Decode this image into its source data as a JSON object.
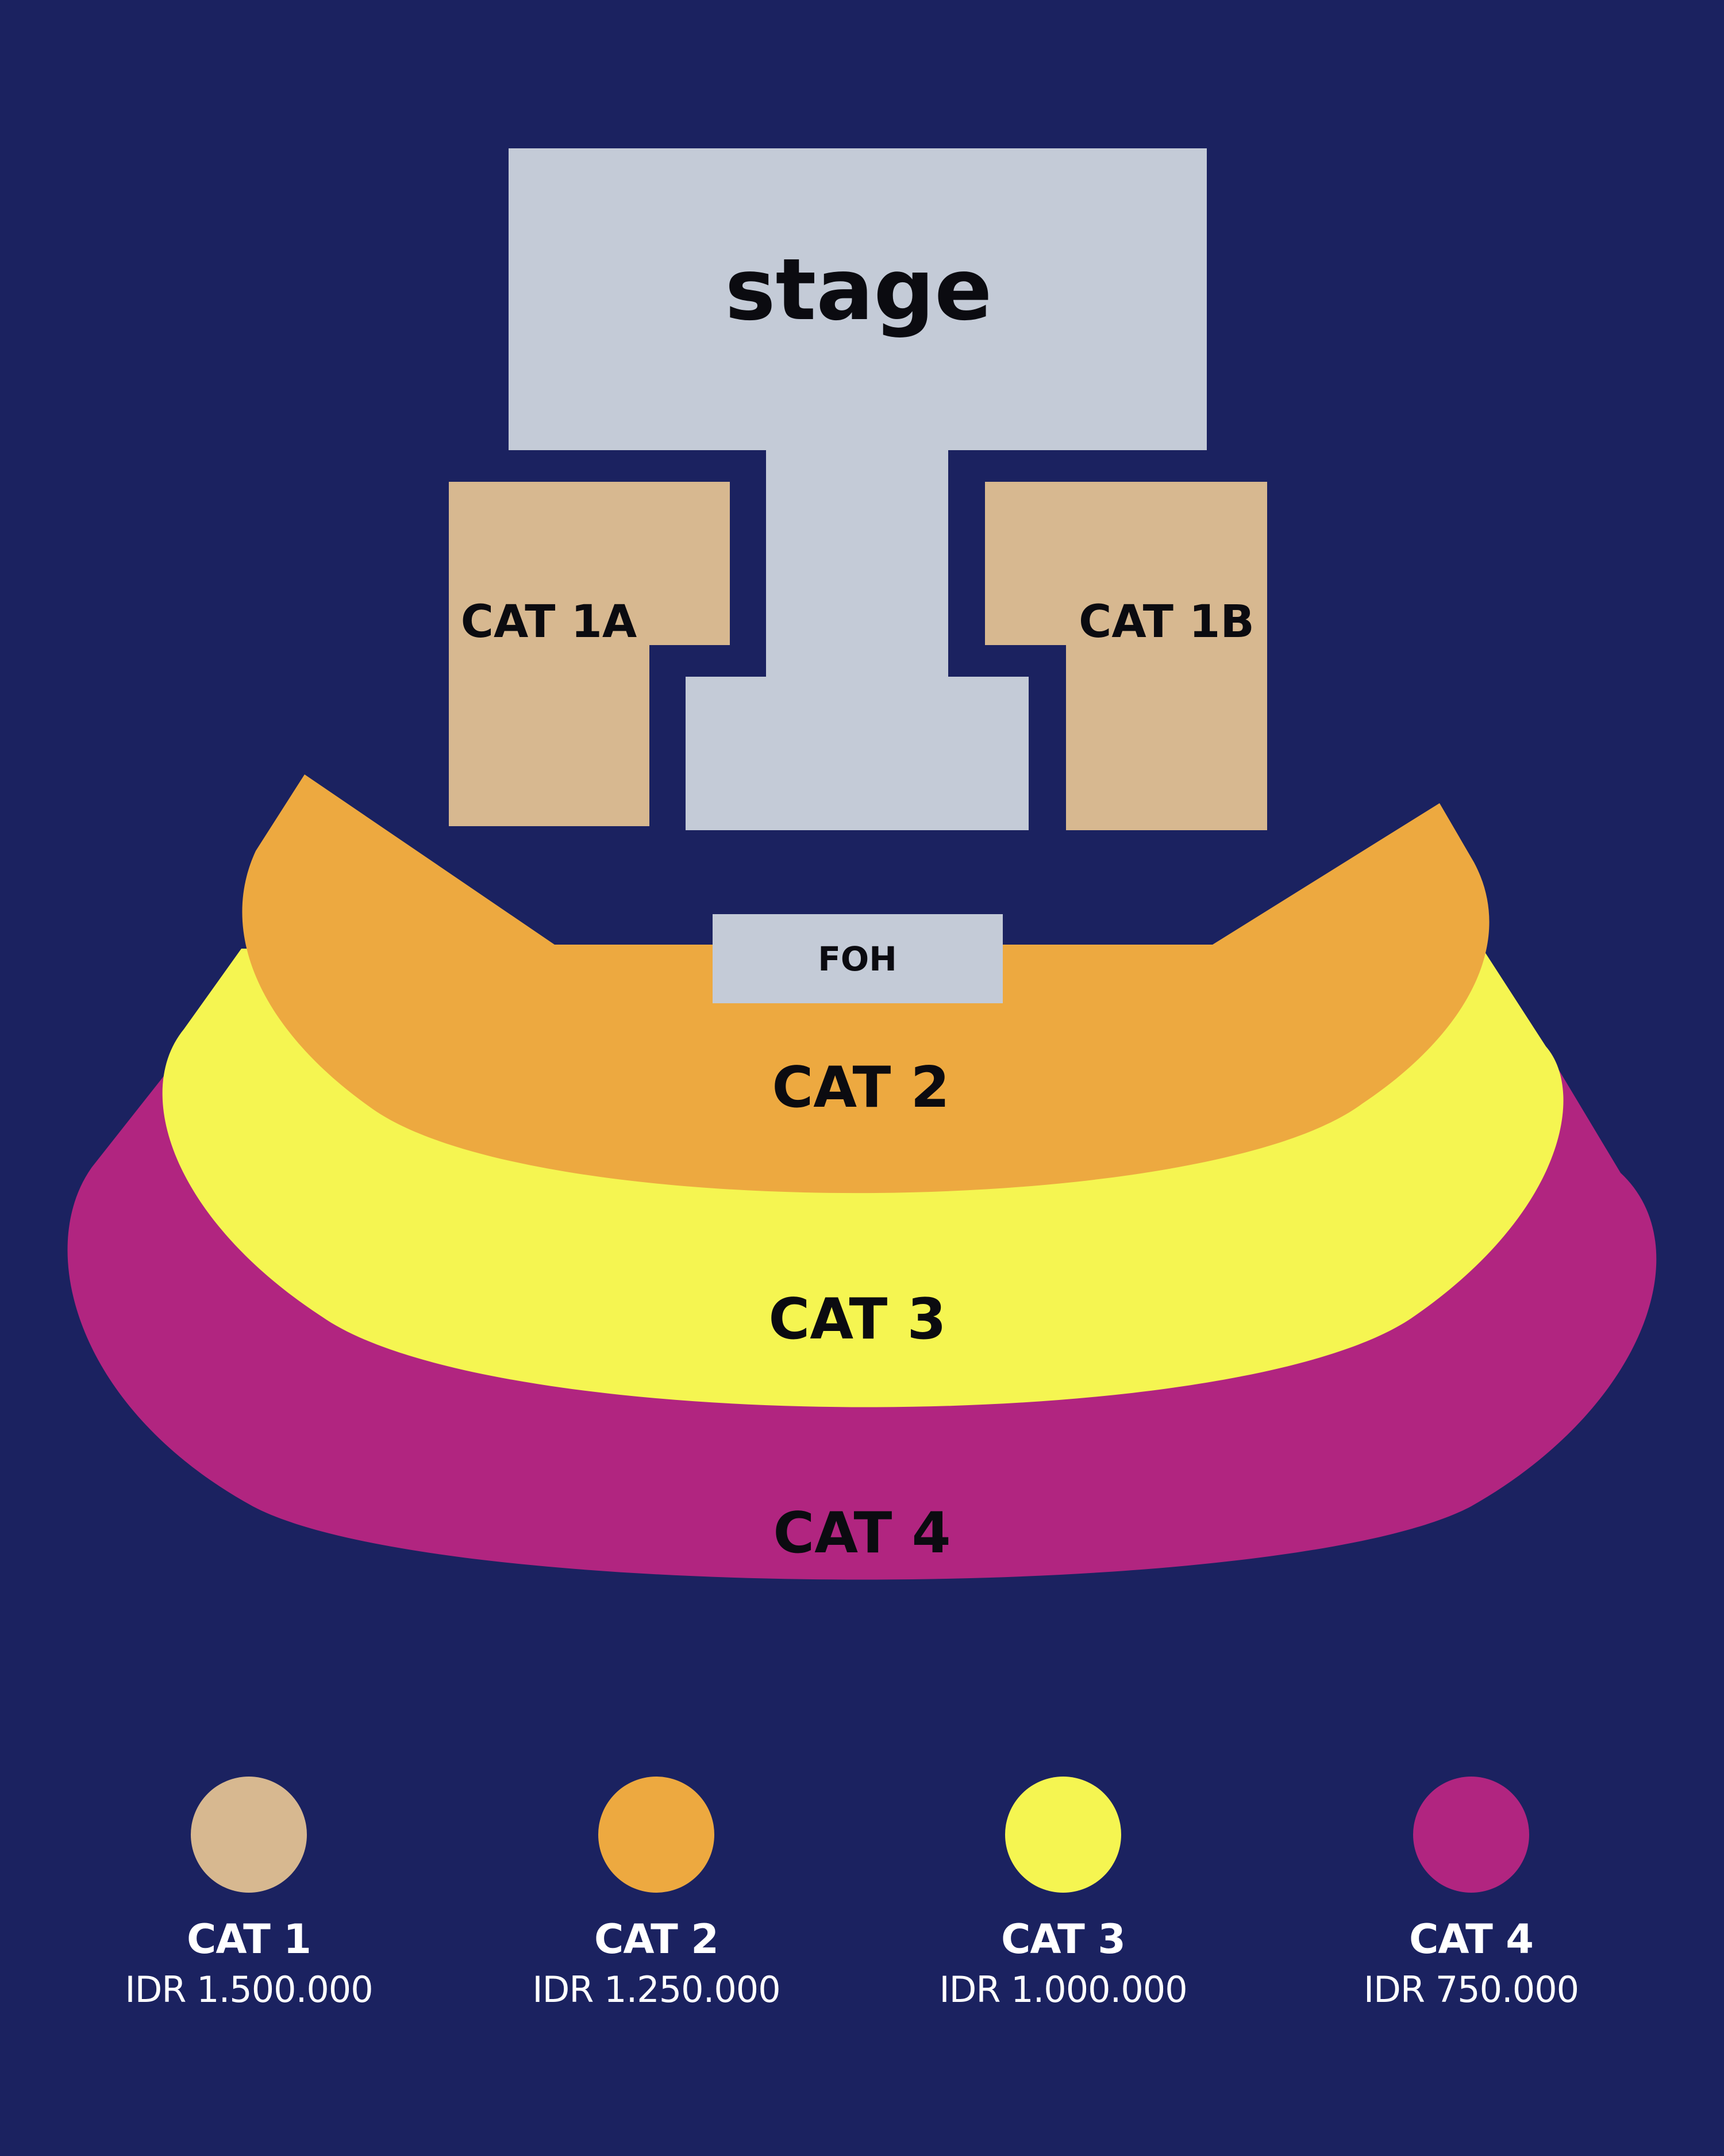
{
  "stage": {
    "label": "stage",
    "color": "#c4cbd7"
  },
  "foh": {
    "label": "FOH",
    "color": "#c4cbd7"
  },
  "sections": {
    "cat1a": {
      "label": "CAT 1A",
      "color": "#d7b890"
    },
    "cat1b": {
      "label": "CAT 1B",
      "color": "#d7b890"
    },
    "cat2": {
      "label": "CAT 2",
      "color": "#eda940"
    },
    "cat3": {
      "label": "CAT 3",
      "color": "#f5f551"
    },
    "cat4": {
      "label": "CAT 4",
      "color": "#b12580"
    }
  },
  "legend": [
    {
      "name": "CAT 1",
      "price": "IDR 1.500.000",
      "color": "#d7b890"
    },
    {
      "name": "CAT 2",
      "price": "IDR 1.250.000",
      "color": "#eda940"
    },
    {
      "name": "CAT 3",
      "price": "IDR 1.000.000",
      "color": "#f5f551"
    },
    {
      "name": "CAT 4",
      "price": "IDR 750.000",
      "color": "#b12580"
    }
  ]
}
